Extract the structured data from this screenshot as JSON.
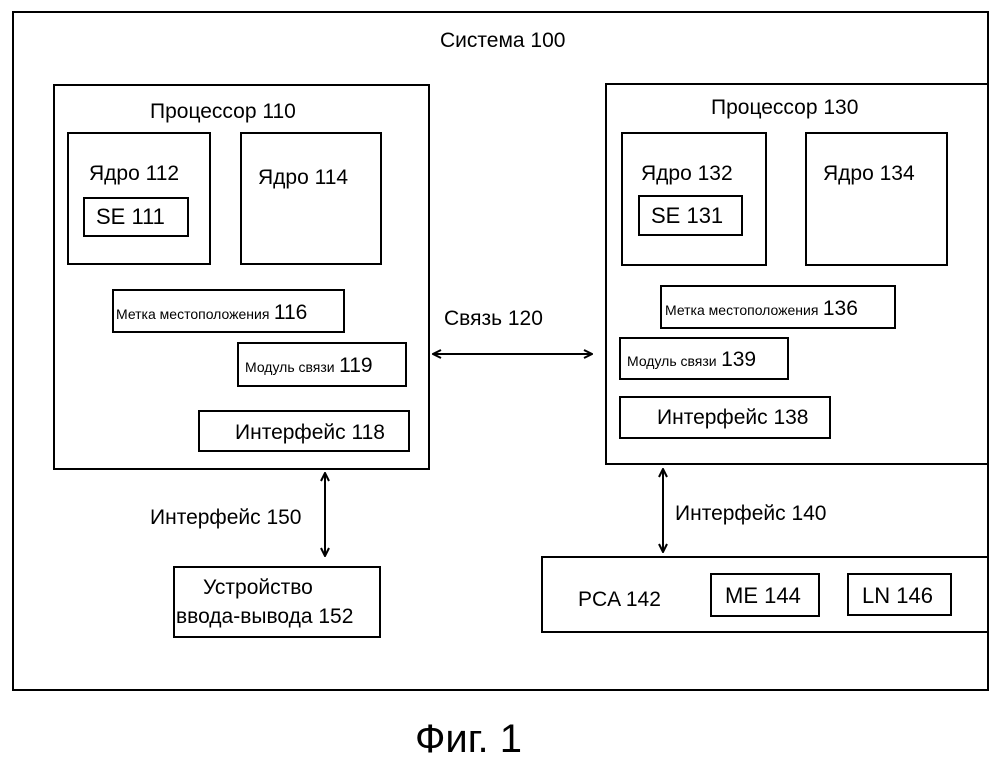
{
  "system": {
    "label": "Система 100"
  },
  "proc110": {
    "label": "Процессор 110",
    "core112": {
      "label": "Ядро 112",
      "se": "SE 111"
    },
    "core114": {
      "label": "Ядро 114"
    },
    "location": {
      "prefix": "Метка местоположения",
      "num": "116"
    },
    "comm": {
      "prefix": "Модуль связи",
      "num": "119"
    },
    "iface": {
      "label": "Интерфейс  118"
    }
  },
  "proc130": {
    "label": "Процессор 130",
    "core132": {
      "label": "Ядро 132",
      "se": "SE 131"
    },
    "core134": {
      "label": "Ядро 134"
    },
    "location": {
      "prefix": "Метка местоположения",
      "num": "136"
    },
    "comm": {
      "prefix": "Модуль связи",
      "num": "139"
    },
    "iface": {
      "label": "Интерфейс 138"
    }
  },
  "link": {
    "label": "Связь 120"
  },
  "iface150": {
    "label": "Интерфейс 150"
  },
  "iface140": {
    "label": "Интерфейс 140"
  },
  "io": {
    "line1": "Устройство",
    "line2": "ввода-вывода 152"
  },
  "pca": {
    "label": "PCA 142",
    "me": "ME 144",
    "ln": "LN 146"
  },
  "figure": {
    "caption": "Фиг. 1"
  }
}
